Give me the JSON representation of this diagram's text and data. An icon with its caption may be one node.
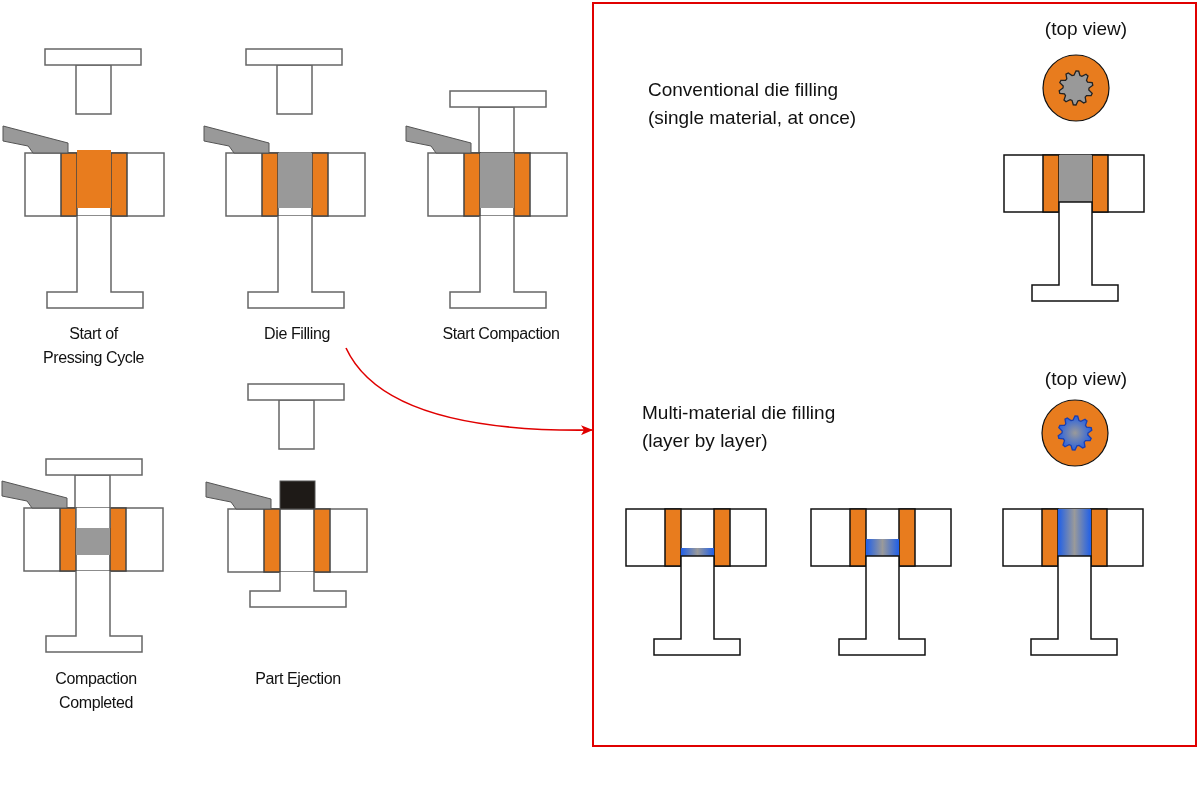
{
  "diagram": {
    "nodes": [
      {
        "text": [
          "Die Filling"
        ]
      },
      {
        "text": [
          "(top view)",
          "Conventional die filling (single material, at once)",
          "(top view)",
          "Multi-material die filling (layer by layer)"
        ]
      }
    ],
    "edges": [
      {
        "from": 0,
        "to": 1,
        "arrow": "to",
        "color": "#e00000"
      }
    ],
    "labels": [
      "Start of Pressing Cycle",
      "Start Compaction",
      "Compaction Completed",
      "Part Ejection"
    ]
  }
}
